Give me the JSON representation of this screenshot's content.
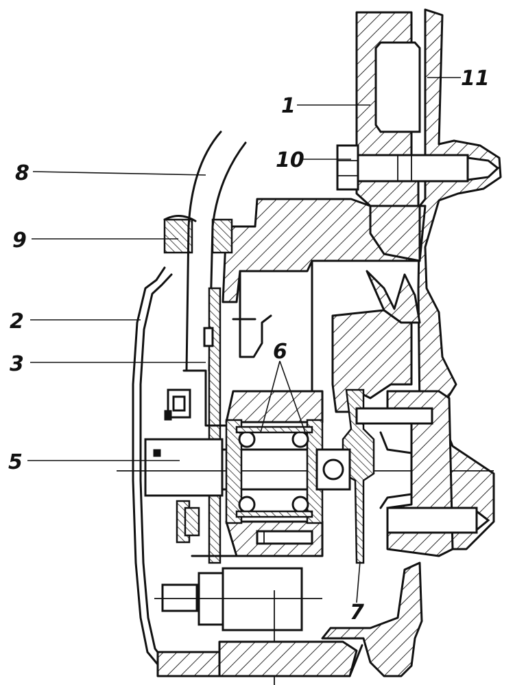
{
  "callouts": [
    {
      "id": "1",
      "text": "1"
    },
    {
      "id": "2",
      "text": "2"
    },
    {
      "id": "3",
      "text": "3"
    },
    {
      "id": "4",
      "text": ""
    },
    {
      "id": "5",
      "text": "5"
    },
    {
      "id": "6",
      "text": "6"
    },
    {
      "id": "7",
      "text": "7"
    },
    {
      "id": "8",
      "text": "8"
    },
    {
      "id": "9",
      "text": "9"
    },
    {
      "id": "10",
      "text": "10"
    },
    {
      "id": "11",
      "text": "11"
    }
  ]
}
